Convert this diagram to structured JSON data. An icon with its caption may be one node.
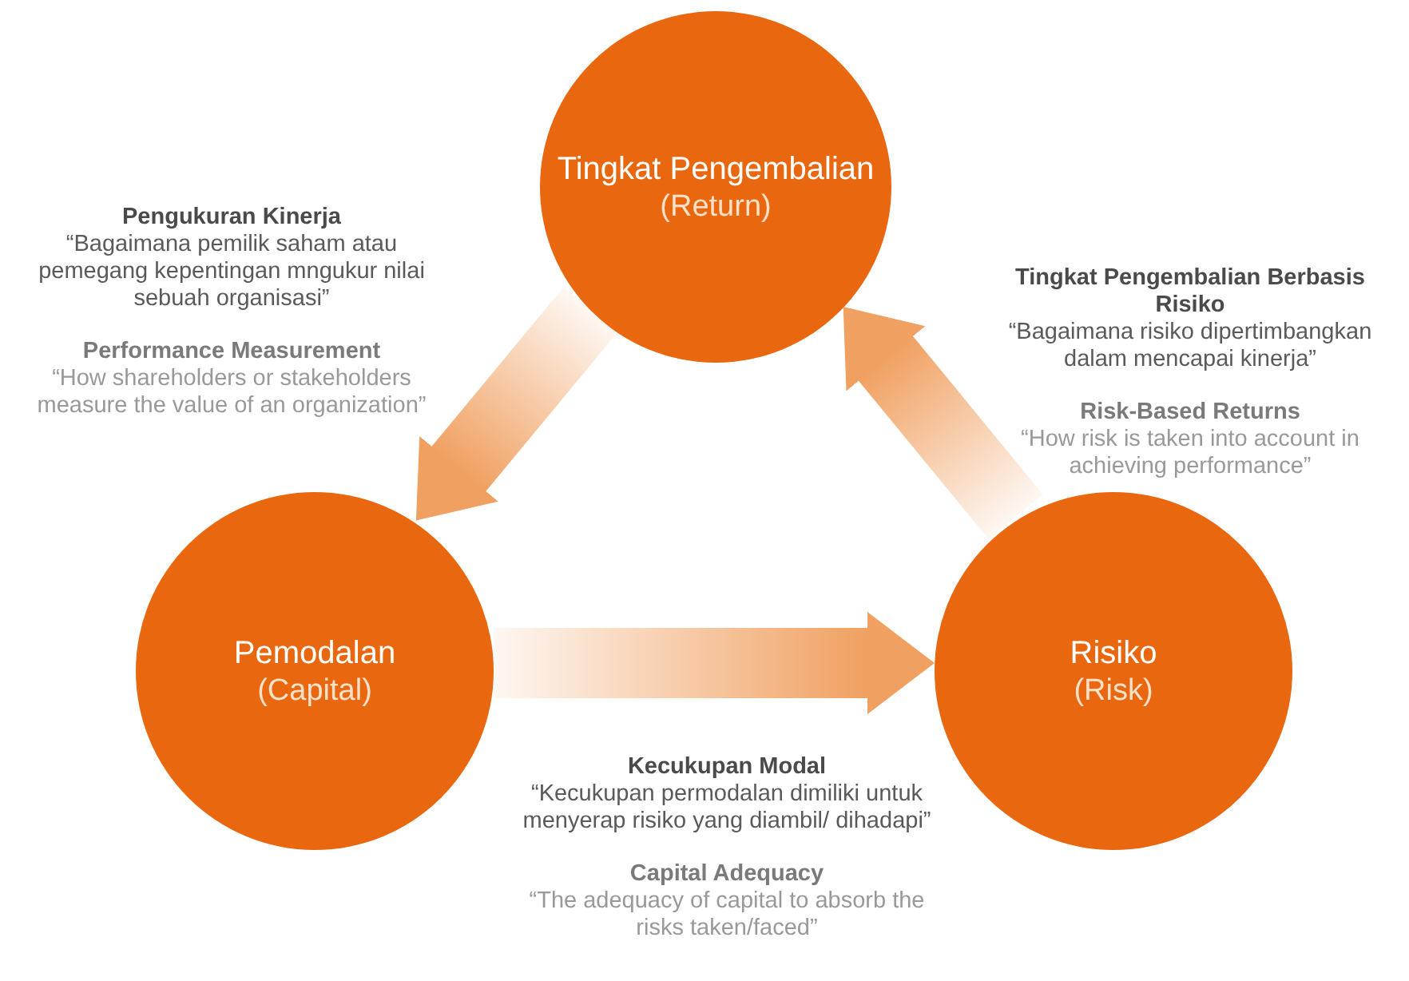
{
  "diagram": {
    "nodes": [
      {
        "text": [
          "Tingkat Pengembalian",
          "(Return)"
        ]
      },
      {
        "text": [
          "Pemodalan",
          "(Capital)"
        ]
      },
      {
        "text": [
          "Risiko",
          "(Risk)"
        ]
      }
    ],
    "edges": [
      {
        "from": 0,
        "to": 1,
        "arrow": "to"
      },
      {
        "from": 1,
        "to": 2,
        "arrow": "to"
      },
      {
        "from": 2,
        "to": 0,
        "arrow": "to"
      }
    ],
    "labels": [
      "Pengukuran Kinerja",
      "“Bagaimana pemilik saham atau pemegang kepentingan mngukur nilai sebuah organisasi”",
      "Performance Measurement",
      "“How shareholders or stakeholders measure the value of an organization”",
      "Tingkat Pengembalian Berbasis Risiko",
      "“Bagaimana risiko dipertimbangkan dalam mencapai kinerja”",
      "Risk-Based Returns",
      "“How risk is taken into account in achieving performance”",
      "Kecukupan Modal",
      "“Kecukupan permodalan dimiliki untuk menyerap risiko yang diambil/ dihadapi”",
      "Capital Adequacy",
      "“The adequacy of capital to absorb the risks taken/faced”"
    ]
  }
}
